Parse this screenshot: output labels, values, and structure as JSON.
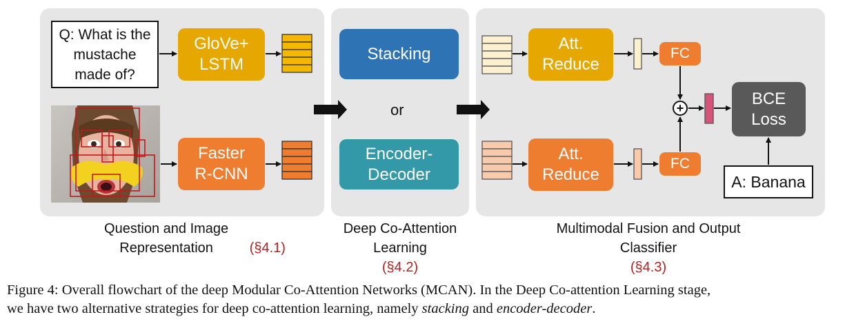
{
  "stage1": {
    "question": "Q: What is the mustache made of?",
    "text_encoder": "GloVe+ LSTM",
    "image_encoder": "Faster R-CNN",
    "label": "Question and Image Representation",
    "ref": "(§4.1)"
  },
  "stage2": {
    "stacking": "Stacking",
    "or": "or",
    "encoder_decoder": "Encoder-Decoder",
    "label": "Deep Co-Attention Learning",
    "ref": "(§4.2)"
  },
  "stage3": {
    "att_reduce_top": "Att. Reduce",
    "att_reduce_bottom": "Att. Reduce",
    "fc_top": "FC",
    "fc_bottom": "FC",
    "fusion": "+",
    "loss": "BCE Loss",
    "answer": "A: Banana",
    "label": "Multimodal Fusion and Output Classifier",
    "ref": "(§4.3)"
  },
  "caption": {
    "line1": "Figure 4: Overall flowchart of the deep Modular Co-Attention Networks (MCAN). In the Deep Co-attention Learning stage,",
    "line2_a": "we have two alternative strategies for deep co-attention learning, namely ",
    "line2_stacking": "stacking",
    "line2_b": " and ",
    "line2_encdec": "encoder-decoder",
    "line2_c": "."
  },
  "colors": {
    "panel": "#e6e6e6",
    "glove": "#e6a800",
    "faster_rcnn": "#ee7d30",
    "stacking": "#2e74b5",
    "encoder_decoder": "#3399a8",
    "att_reduce_top": "#e6a800",
    "att_reduce_bottom": "#ee7d30",
    "fc": "#ee7d30",
    "loss": "#595959",
    "fused": "#d6537a",
    "section_ref": "#b22222"
  }
}
